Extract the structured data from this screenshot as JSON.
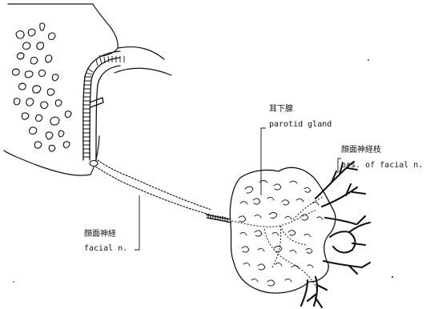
{
  "labels": {
    "parotid_jp": "耳下腺",
    "parotid_en": "parotid gland",
    "branches_jp": "顔面神経枝",
    "branches_en": "brs. of facial n.",
    "facial_jp": "顔面神経",
    "facial_en": "facial n."
  },
  "style": {
    "ink": "#111111",
    "paper": "#ffffff"
  }
}
